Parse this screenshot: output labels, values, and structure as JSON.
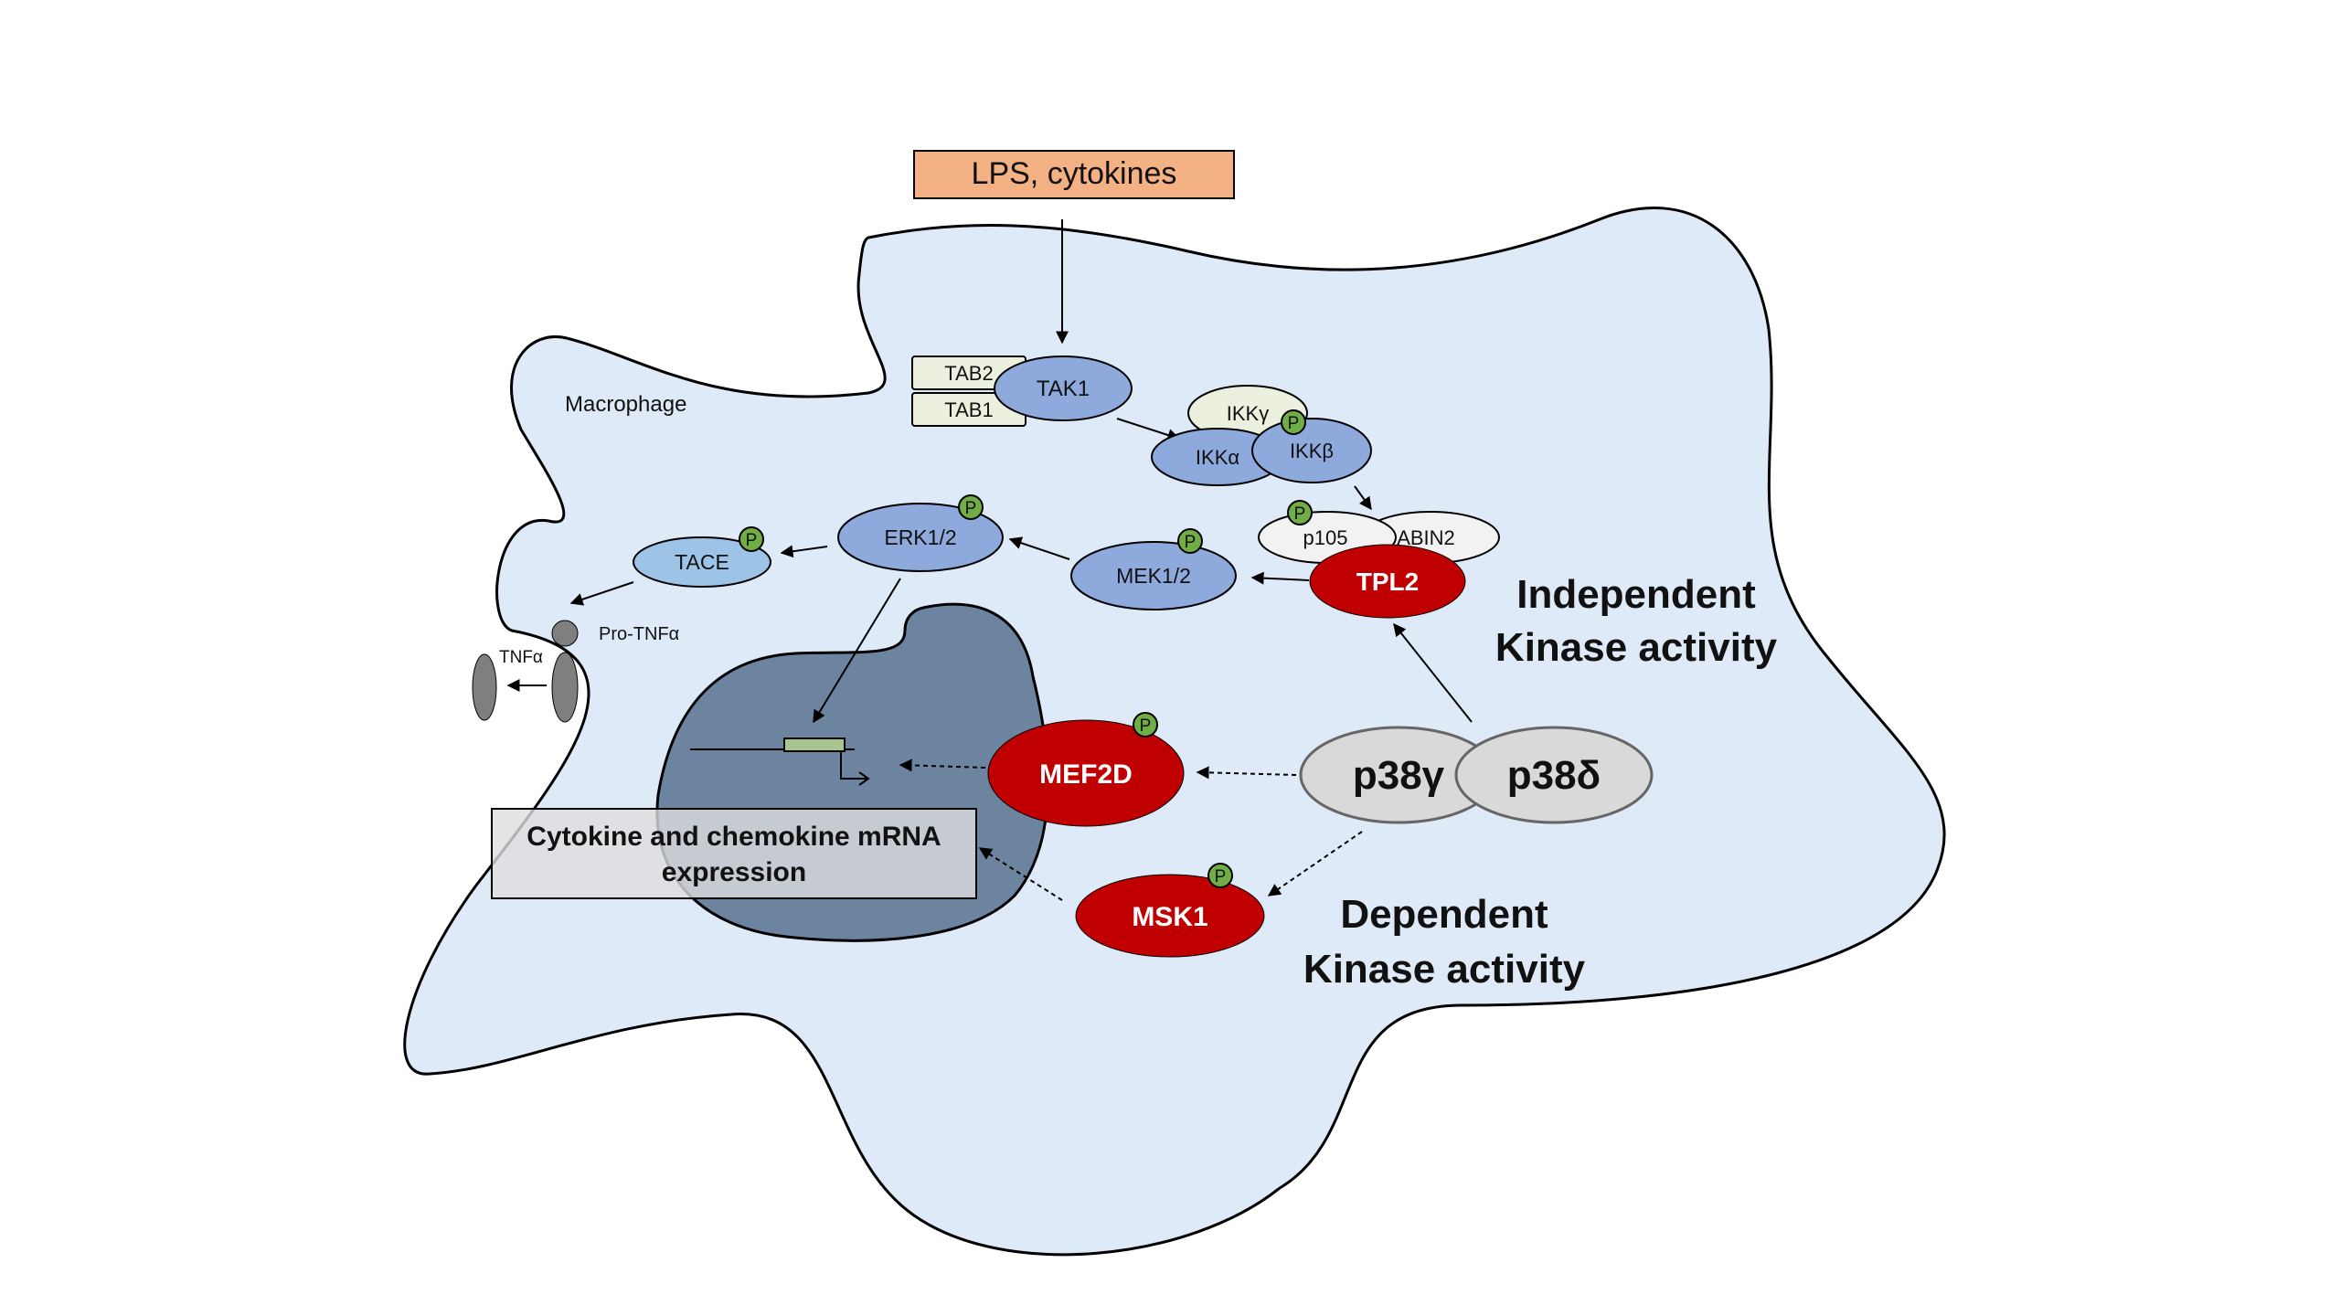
{
  "stimulus": "LPS, cytokines",
  "cell_label": "Macrophage",
  "proteins": {
    "tab2": "TAB2",
    "tab1": "TAB1",
    "tak1": "TAK1",
    "ikk_gamma": "IKKγ",
    "ikk_alpha": "IKKα",
    "ikk_beta": "IKKβ",
    "p105": "p105",
    "abin2": "ABIN2",
    "tpl2": "TPL2",
    "mek": "MEK1/2",
    "erk": "ERK1/2",
    "tace": "TACE",
    "pro_tnf": "Pro-TNFα",
    "tnf": "TNFα",
    "mef2d": "MEF2D",
    "msk1": "MSK1",
    "p38_gamma": "p38γ",
    "p38_delta": "p38δ"
  },
  "phospho_label": "P",
  "labels": {
    "independent_line1": "Independent",
    "independent_line2": "Kinase activity",
    "dependent_line1": "Dependent",
    "dependent_line2": "Kinase activity",
    "expression_line1": "Cytokine and chemokine mRNA",
    "expression_line2": "expression"
  },
  "colors": {
    "cell_fill": "#dfeaf8",
    "nucleus_fill": "#6c84a0",
    "blue_protein": "#8ea9dc",
    "light_blue_protein": "#9dc3e6",
    "red_protein": "#c00000",
    "gray_protein": "#d9d9d9",
    "phospho_green": "#70ad47",
    "stimulus_fill": "#f4b183",
    "tab_fill": "#ebf1de"
  }
}
